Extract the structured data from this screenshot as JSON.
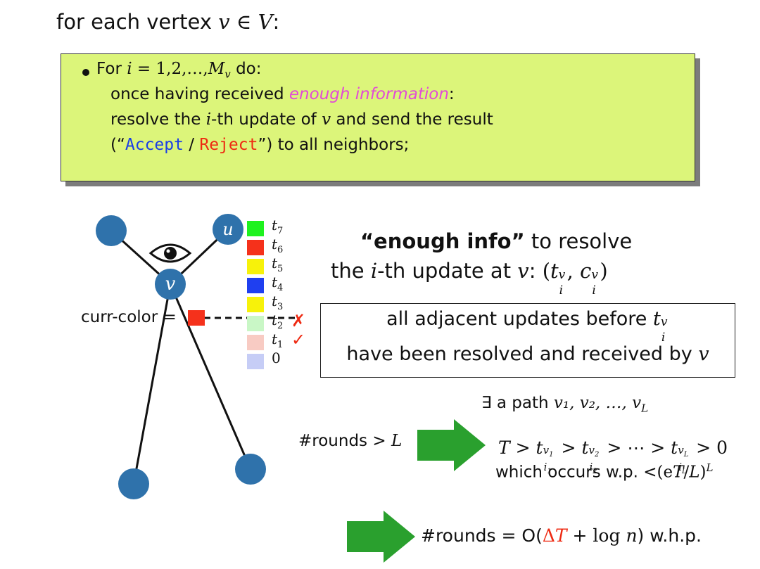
{
  "heading": {
    "prefix": "for each vertex",
    "v": "v",
    "elem": "∈",
    "V": "V",
    "colon": ":"
  },
  "algorithm": {
    "line1_for": "For",
    "line1_i": "i",
    "line1_eq": "= 1,2,…,",
    "line1_M": "M",
    "line1_sub": "v",
    "line1_do": "do:",
    "line2_pre": "once having received",
    "line2_highlight": "enough information",
    "line2_post": ":",
    "line3_pre": "resolve the",
    "line3_i": "i",
    "line3_mid": "-th update of",
    "line3_v": "v",
    "line3_post": "and send the result",
    "line4_open": "(“",
    "accept": "Accept",
    "slash": " / ",
    "reject": "Reject",
    "line4_close": "”) to all neighbors;"
  },
  "diagram": {
    "curr_color_label": "curr-color =",
    "curr_color_value": "#f5311b",
    "vertex_v": "v",
    "vertex_u": "u",
    "node_color": "#2f72ab",
    "palette": [
      {
        "label": "t",
        "sub": "7",
        "color": "#1ff21f",
        "mark": ""
      },
      {
        "label": "t",
        "sub": "6",
        "color": "#f5311b",
        "mark": ""
      },
      {
        "label": "t",
        "sub": "5",
        "color": "#f7f20a",
        "mark": ""
      },
      {
        "label": "t",
        "sub": "4",
        "color": "#1f3ff0",
        "mark": ""
      },
      {
        "label": "t",
        "sub": "3",
        "color": "#f7f20a",
        "mark": ""
      },
      {
        "label": "t",
        "sub": "2",
        "color": "#c9f7c6",
        "mark": "✗"
      },
      {
        "label": "t",
        "sub": "1",
        "color": "#f8cbc3",
        "mark": "✓"
      },
      {
        "label": "0",
        "sub": "",
        "color": "#c6cdf6",
        "mark": ""
      }
    ]
  },
  "enough_info": {
    "bold": "“enough info”",
    "rest1": "to resolve",
    "line2_pre": "the",
    "i": "i",
    "line2_mid": "-th update at",
    "v": "v",
    "colon": ":"
  },
  "condition_box": {
    "line1": "all adjacent updates before",
    "line2_pre": "have been resolved and received by",
    "v": "v"
  },
  "path": {
    "exists": "∃ a path",
    "seq": "v₁, v₂, …, v",
    "last_sub": "L"
  },
  "rounds1": {
    "label": "#rounds >",
    "L": "L"
  },
  "inequality": {
    "T": "T",
    "gt": ">",
    "dots": "⋯",
    "zero": "0"
  },
  "prob": {
    "text": "which occurs w.p. <",
    "expr": "(e",
    "T": "T",
    "slash": "/",
    "L": "L",
    "close": ")",
    "sup": "L"
  },
  "rounds2": {
    "label": "#rounds = O(",
    "delta": "Δ",
    "T": "T",
    "plus": "+ log",
    "n": "n",
    "close": ") w.h.p."
  }
}
